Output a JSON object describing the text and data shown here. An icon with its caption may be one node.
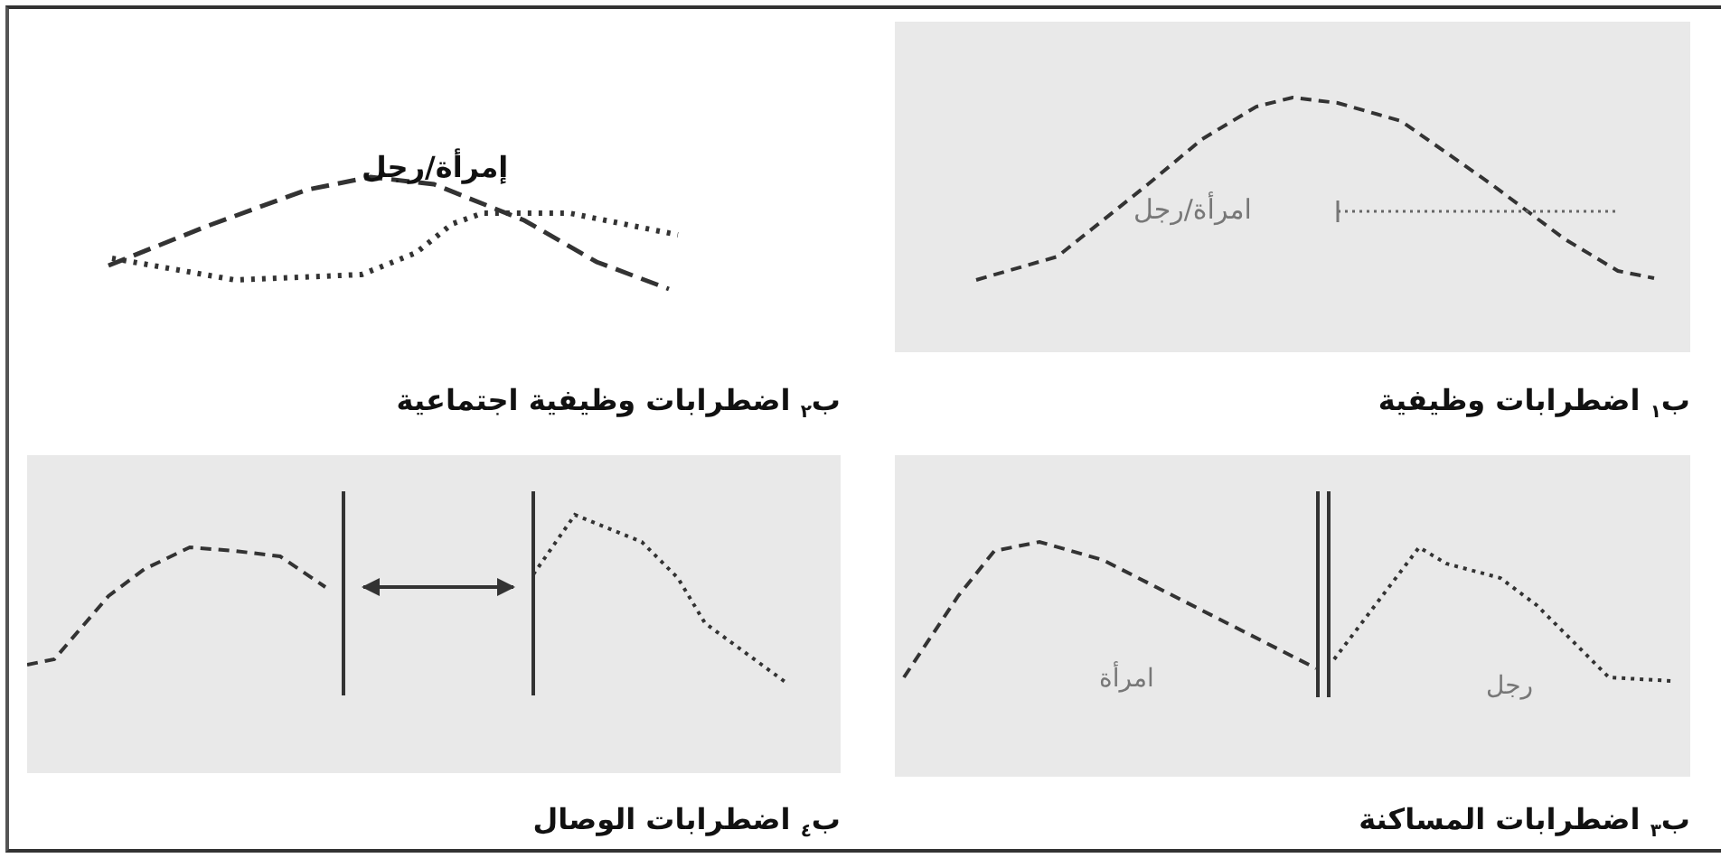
{
  "diagram": {
    "nodes": [
      {
        "text": [
          "ب$_{١}$ اضطرابات وظيفية"
        ]
      },
      {
        "text": [
          "ب$_{٢}$ اضطرابات وظيفية اجتماعية"
        ]
      },
      {
        "text": [
          "ب$_{٣}$ اضطرابات المساكنة"
        ]
      },
      {
        "text": [
          "ب$_{٤}$ اضطرابات الوصال"
        ]
      }
    ],
    "labels": [
      "امرأة/رجل",
      "إمرأة/رجل",
      "رجل",
      "امرأة"
    ]
  }
}
